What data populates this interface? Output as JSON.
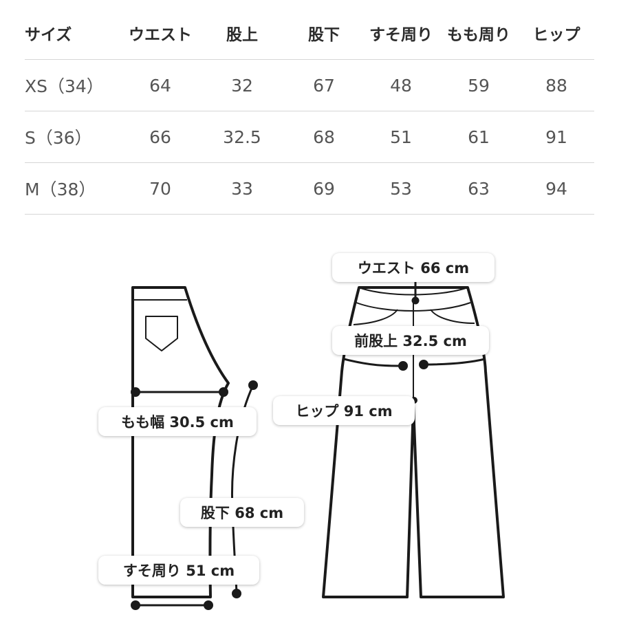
{
  "table": {
    "headers": [
      "サイズ",
      "ウエスト",
      "股上",
      "股下",
      "すそ周り",
      "もも周り",
      "ヒップ"
    ],
    "rows": [
      [
        "XS（34）",
        "64",
        "32",
        "67",
        "48",
        "59",
        "88"
      ],
      [
        "S（36）",
        "66",
        "32.5",
        "68",
        "51",
        "61",
        "91"
      ],
      [
        "M（38）",
        "70",
        "33",
        "69",
        "53",
        "63",
        "94"
      ]
    ]
  },
  "diagram": {
    "labels": {
      "waist": "ウエスト 66 cm",
      "front_rise": "前股上 32.5 cm",
      "hip": "ヒップ 91 cm",
      "thigh_width": "もも幅 30.5 cm",
      "inseam": "股下 68 cm",
      "hem": "すそ周り 51 cm"
    }
  }
}
